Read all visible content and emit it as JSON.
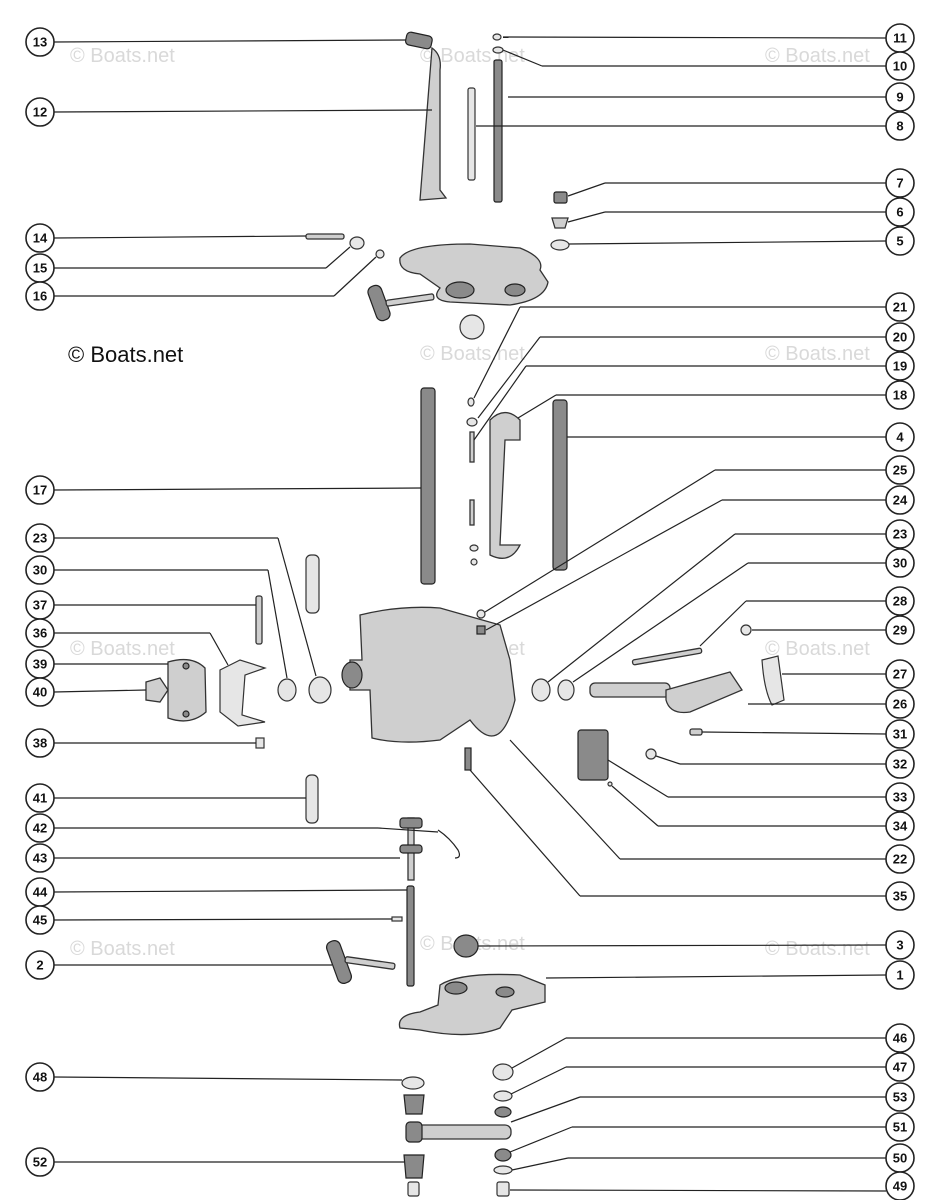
{
  "copyright": "© Boats.net",
  "watermark": "© Boats.net",
  "callouts": [
    {
      "label": "13"
    },
    {
      "label": "12"
    },
    {
      "label": "14"
    },
    {
      "label": "15"
    },
    {
      "label": "16"
    },
    {
      "label": "17"
    },
    {
      "label": "23"
    },
    {
      "label": "30"
    },
    {
      "label": "37"
    },
    {
      "label": "36"
    },
    {
      "label": "39"
    },
    {
      "label": "40"
    },
    {
      "label": "38"
    },
    {
      "label": "41"
    },
    {
      "label": "42"
    },
    {
      "label": "43"
    },
    {
      "label": "44"
    },
    {
      "label": "45"
    },
    {
      "label": "2"
    },
    {
      "label": "48"
    },
    {
      "label": "52"
    },
    {
      "label": "11"
    },
    {
      "label": "10"
    },
    {
      "label": "9"
    },
    {
      "label": "8"
    },
    {
      "label": "7"
    },
    {
      "label": "6"
    },
    {
      "label": "5"
    },
    {
      "label": "21"
    },
    {
      "label": "20"
    },
    {
      "label": "19"
    },
    {
      "label": "18"
    },
    {
      "label": "4"
    },
    {
      "label": "25"
    },
    {
      "label": "24"
    },
    {
      "label": "23"
    },
    {
      "label": "30"
    },
    {
      "label": "28"
    },
    {
      "label": "29"
    },
    {
      "label": "27"
    },
    {
      "label": "26"
    },
    {
      "label": "31"
    },
    {
      "label": "32"
    },
    {
      "label": "33"
    },
    {
      "label": "34"
    },
    {
      "label": "22"
    },
    {
      "label": "35"
    },
    {
      "label": "3"
    },
    {
      "label": "1"
    },
    {
      "label": "46"
    },
    {
      "label": "47"
    },
    {
      "label": "53"
    },
    {
      "label": "51"
    },
    {
      "label": "50"
    },
    {
      "label": "49"
    }
  ]
}
